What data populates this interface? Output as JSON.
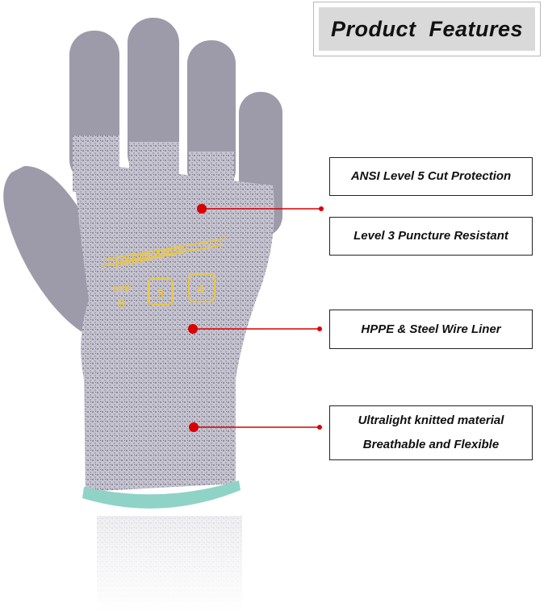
{
  "header": {
    "title": "Product  Features"
  },
  "features": [
    {
      "lines": [
        "ANSI Level 5 Cut Protection"
      ]
    },
    {
      "lines": [
        "Level 3 Puncture Resistant"
      ]
    },
    {
      "lines": [
        "HPPE & Steel Wire Liner"
      ]
    },
    {
      "lines": [
        "Ultralight knitted material",
        "Breathable and Flexible"
      ]
    }
  ],
  "glove": {
    "brand_print": "HANDLANDY",
    "size_label": "SIZE",
    "size_value": "9",
    "cut_rating": "3",
    "puncture_rating": "4",
    "print_color": "#e7c64a",
    "coating_color": "#9a98a6",
    "knit_color": "#c9c6d2",
    "cuff_color": "#8fd3c7"
  },
  "colors": {
    "callout": "#d90000"
  }
}
